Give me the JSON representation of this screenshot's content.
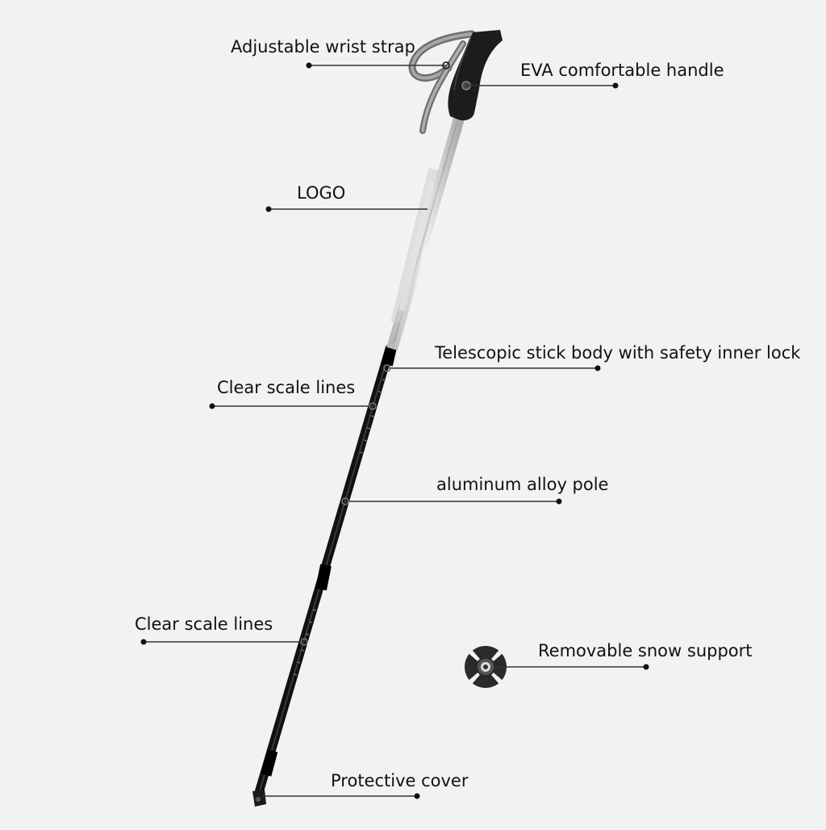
{
  "callouts": {
    "wrist_strap": "Adjustable wrist strap",
    "handle": "EVA comfortable handle",
    "logo": "LOGO",
    "telescopic": "Telescopic stick body with safety inner lock",
    "scale_upper": "Clear scale lines",
    "aluminum": "aluminum alloy pole",
    "scale_lower": "Clear scale lines",
    "snow_support": "Removable snow support",
    "protective_cover": "Protective cover"
  },
  "colors": {
    "background": "#f2f2f2",
    "pole_lower": "#111111",
    "pole_upper": "#d4d4d4",
    "handle": "#1a1a1a",
    "leader": "#333333"
  }
}
